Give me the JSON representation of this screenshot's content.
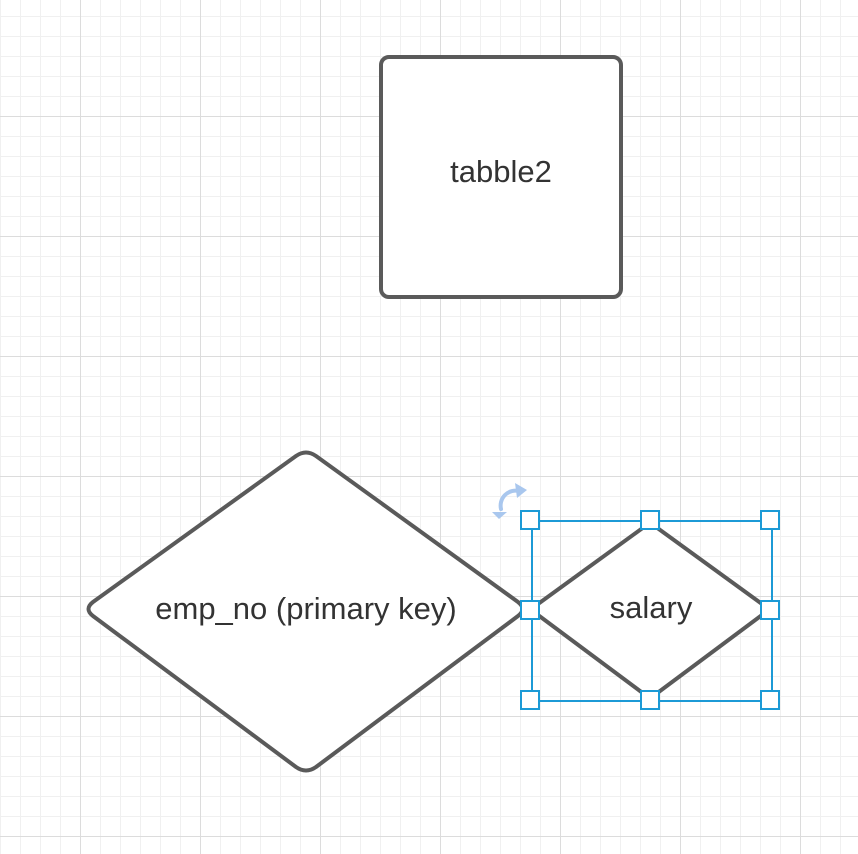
{
  "colors": {
    "stroke": "#5a5a5a",
    "text": "#333333",
    "selection": "#1c9ad6",
    "rotate_handle": "#a9c7ee"
  },
  "shapes": {
    "table_box": {
      "label": "tabble2"
    },
    "emp_no_diamond": {
      "label": "emp_no (primary key)"
    },
    "salary_diamond": {
      "label": "salary",
      "selected": true
    }
  },
  "icons": {
    "rotate": "rotate-icon"
  }
}
